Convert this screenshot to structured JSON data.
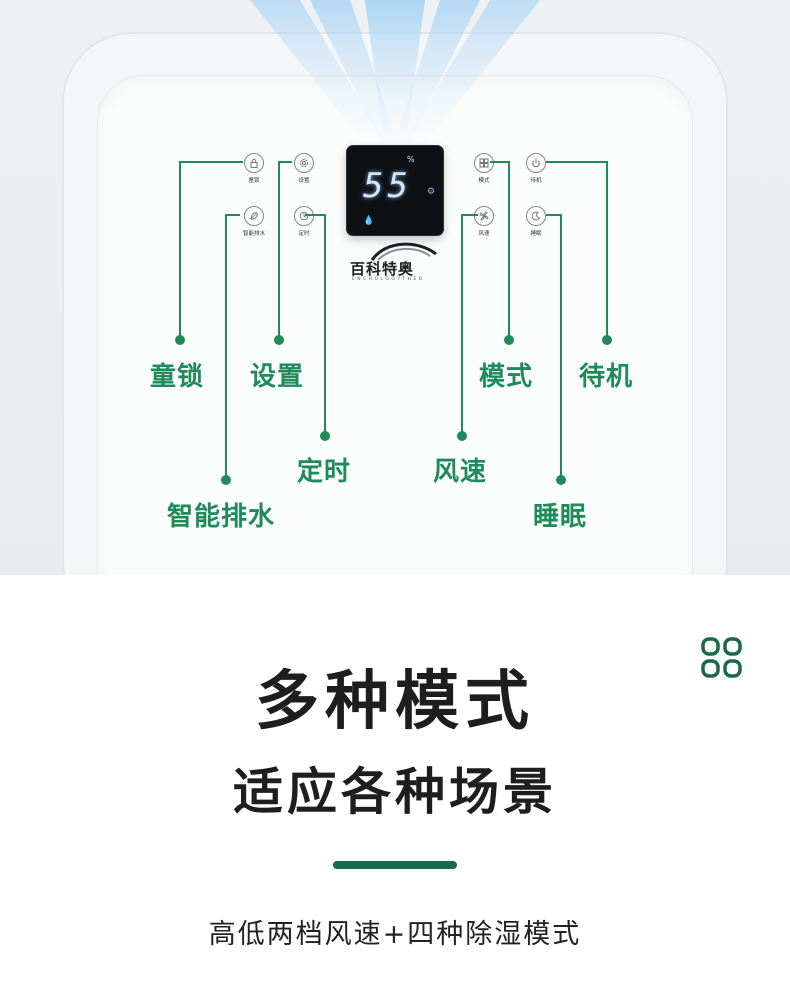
{
  "display": {
    "reading": "55",
    "unit": "%"
  },
  "brand": {
    "name": "百科特奥",
    "sub": "E N C H O L O G Y   T H E O"
  },
  "buttons": {
    "child_lock": "童锁",
    "setting": "设置",
    "mode": "模式",
    "standby": "待机",
    "smart_drain": "智能排水",
    "timer": "定时",
    "fan_speed": "风速",
    "sleep": "睡眠"
  },
  "callouts": {
    "child_lock": "童锁",
    "setting": "设置",
    "mode": "模式",
    "standby": "待机",
    "timer": "定时",
    "fan_speed": "风速",
    "smart_drain": "智能排水",
    "sleep": "睡眠"
  },
  "headline": {
    "line1": "多种模式",
    "line2": "适应各种场景"
  },
  "subline": "高低两档风速+四种除湿模式",
  "colors": {
    "accent_green": "#1f8a5a",
    "divider_green": "#156d4a",
    "display_bg": "#0e1114"
  },
  "icons": {
    "menu": "grid-four-icon"
  }
}
